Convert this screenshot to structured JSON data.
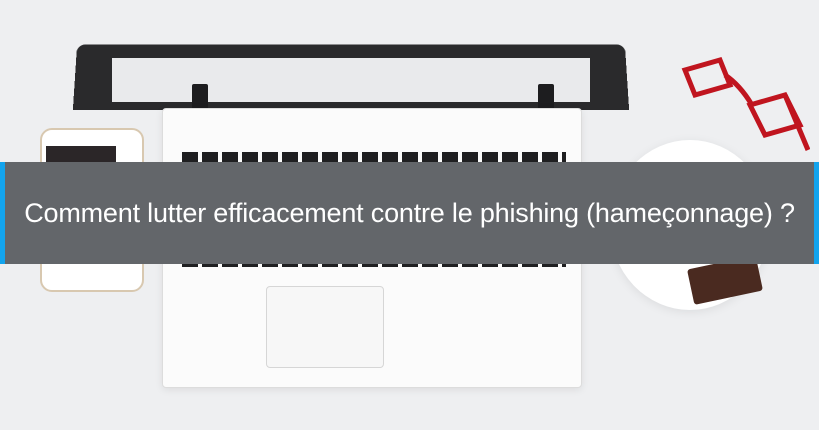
{
  "banner": {
    "title": "Comment lutter efficacement contre le phishing (hameçonnage) ?",
    "background_color": "#63666a",
    "accent_color": "#12a4ee"
  },
  "photo": {
    "subjects": [
      "laptop",
      "smartphone",
      "glasses",
      "plate-with-chocolate"
    ]
  }
}
